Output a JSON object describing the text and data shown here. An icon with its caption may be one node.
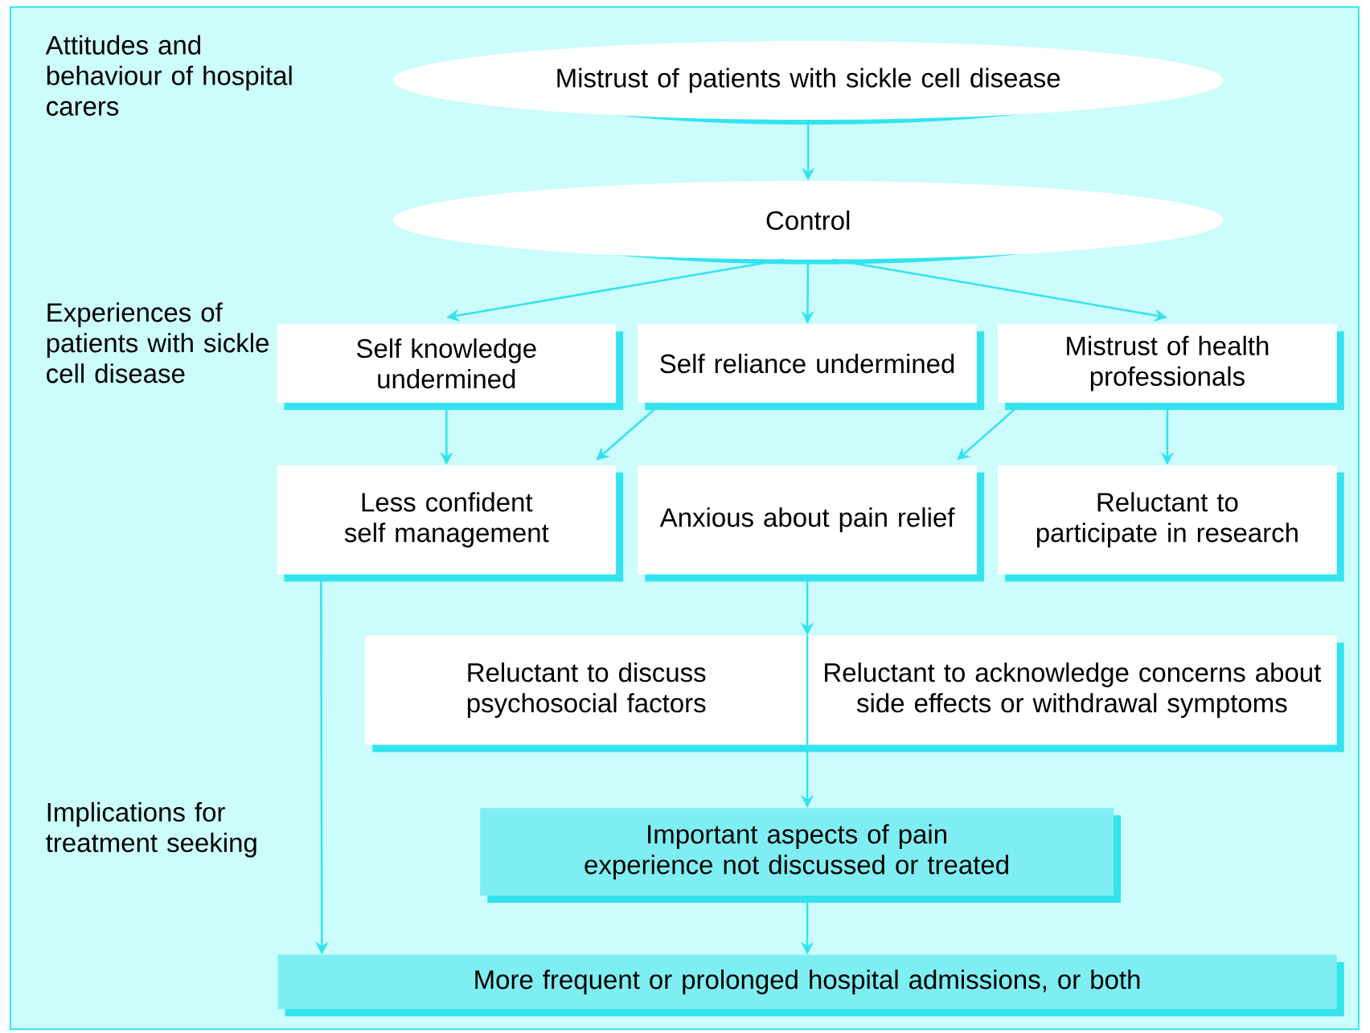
{
  "diagram": {
    "nodes": [
      {
        "text": [
          "Mistrust of patients with sickle cell disease"
        ]
      },
      {
        "text": [
          "Control"
        ]
      },
      {
        "text": [
          "Self knowledge undermined"
        ]
      },
      {
        "text": [
          "Self reliance undermined"
        ]
      },
      {
        "text": [
          "Mistrust of health professionals"
        ]
      },
      {
        "text": [
          "Less confident self management"
        ]
      },
      {
        "text": [
          "Anxious about pain relief"
        ]
      },
      {
        "text": [
          "Reluctant to participate in research"
        ]
      },
      {
        "text": [
          "Reluctant to discuss psychosocial factors",
          "Reluctant to acknowledge concerns about side effects or withdrawal symptoms"
        ]
      },
      {
        "text": [
          "Important aspects of pain experience not discussed or treated"
        ]
      },
      {
        "text": [
          "More frequent or prolonged hospital admissions, or both"
        ]
      }
    ],
    "edges": [
      {
        "from": 0,
        "to": 1,
        "arrow": "to"
      },
      {
        "from": 1,
        "to": 2,
        "arrow": "to"
      },
      {
        "from": 1,
        "to": 3,
        "arrow": "to"
      },
      {
        "from": 1,
        "to": 4,
        "arrow": "to"
      },
      {
        "from": 2,
        "to": 5,
        "arrow": "to"
      },
      {
        "from": 3,
        "to": 5,
        "arrow": "to"
      },
      {
        "from": 4,
        "to": 6,
        "arrow": "to"
      },
      {
        "from": 4,
        "to": 7,
        "arrow": "to"
      },
      {
        "from": 6,
        "to": 8,
        "arrow": "to"
      },
      {
        "from": 8,
        "to": 9,
        "arrow": "to"
      },
      {
        "from": 9,
        "to": 10,
        "arrow": "to"
      },
      {
        "from": 5,
        "to": 10,
        "arrow": "to"
      }
    ],
    "labels": [
      "Attitudes and behaviour of hospital carers",
      "Experiences of patients with sickle cell disease",
      "Implications for treatment seeking"
    ]
  }
}
